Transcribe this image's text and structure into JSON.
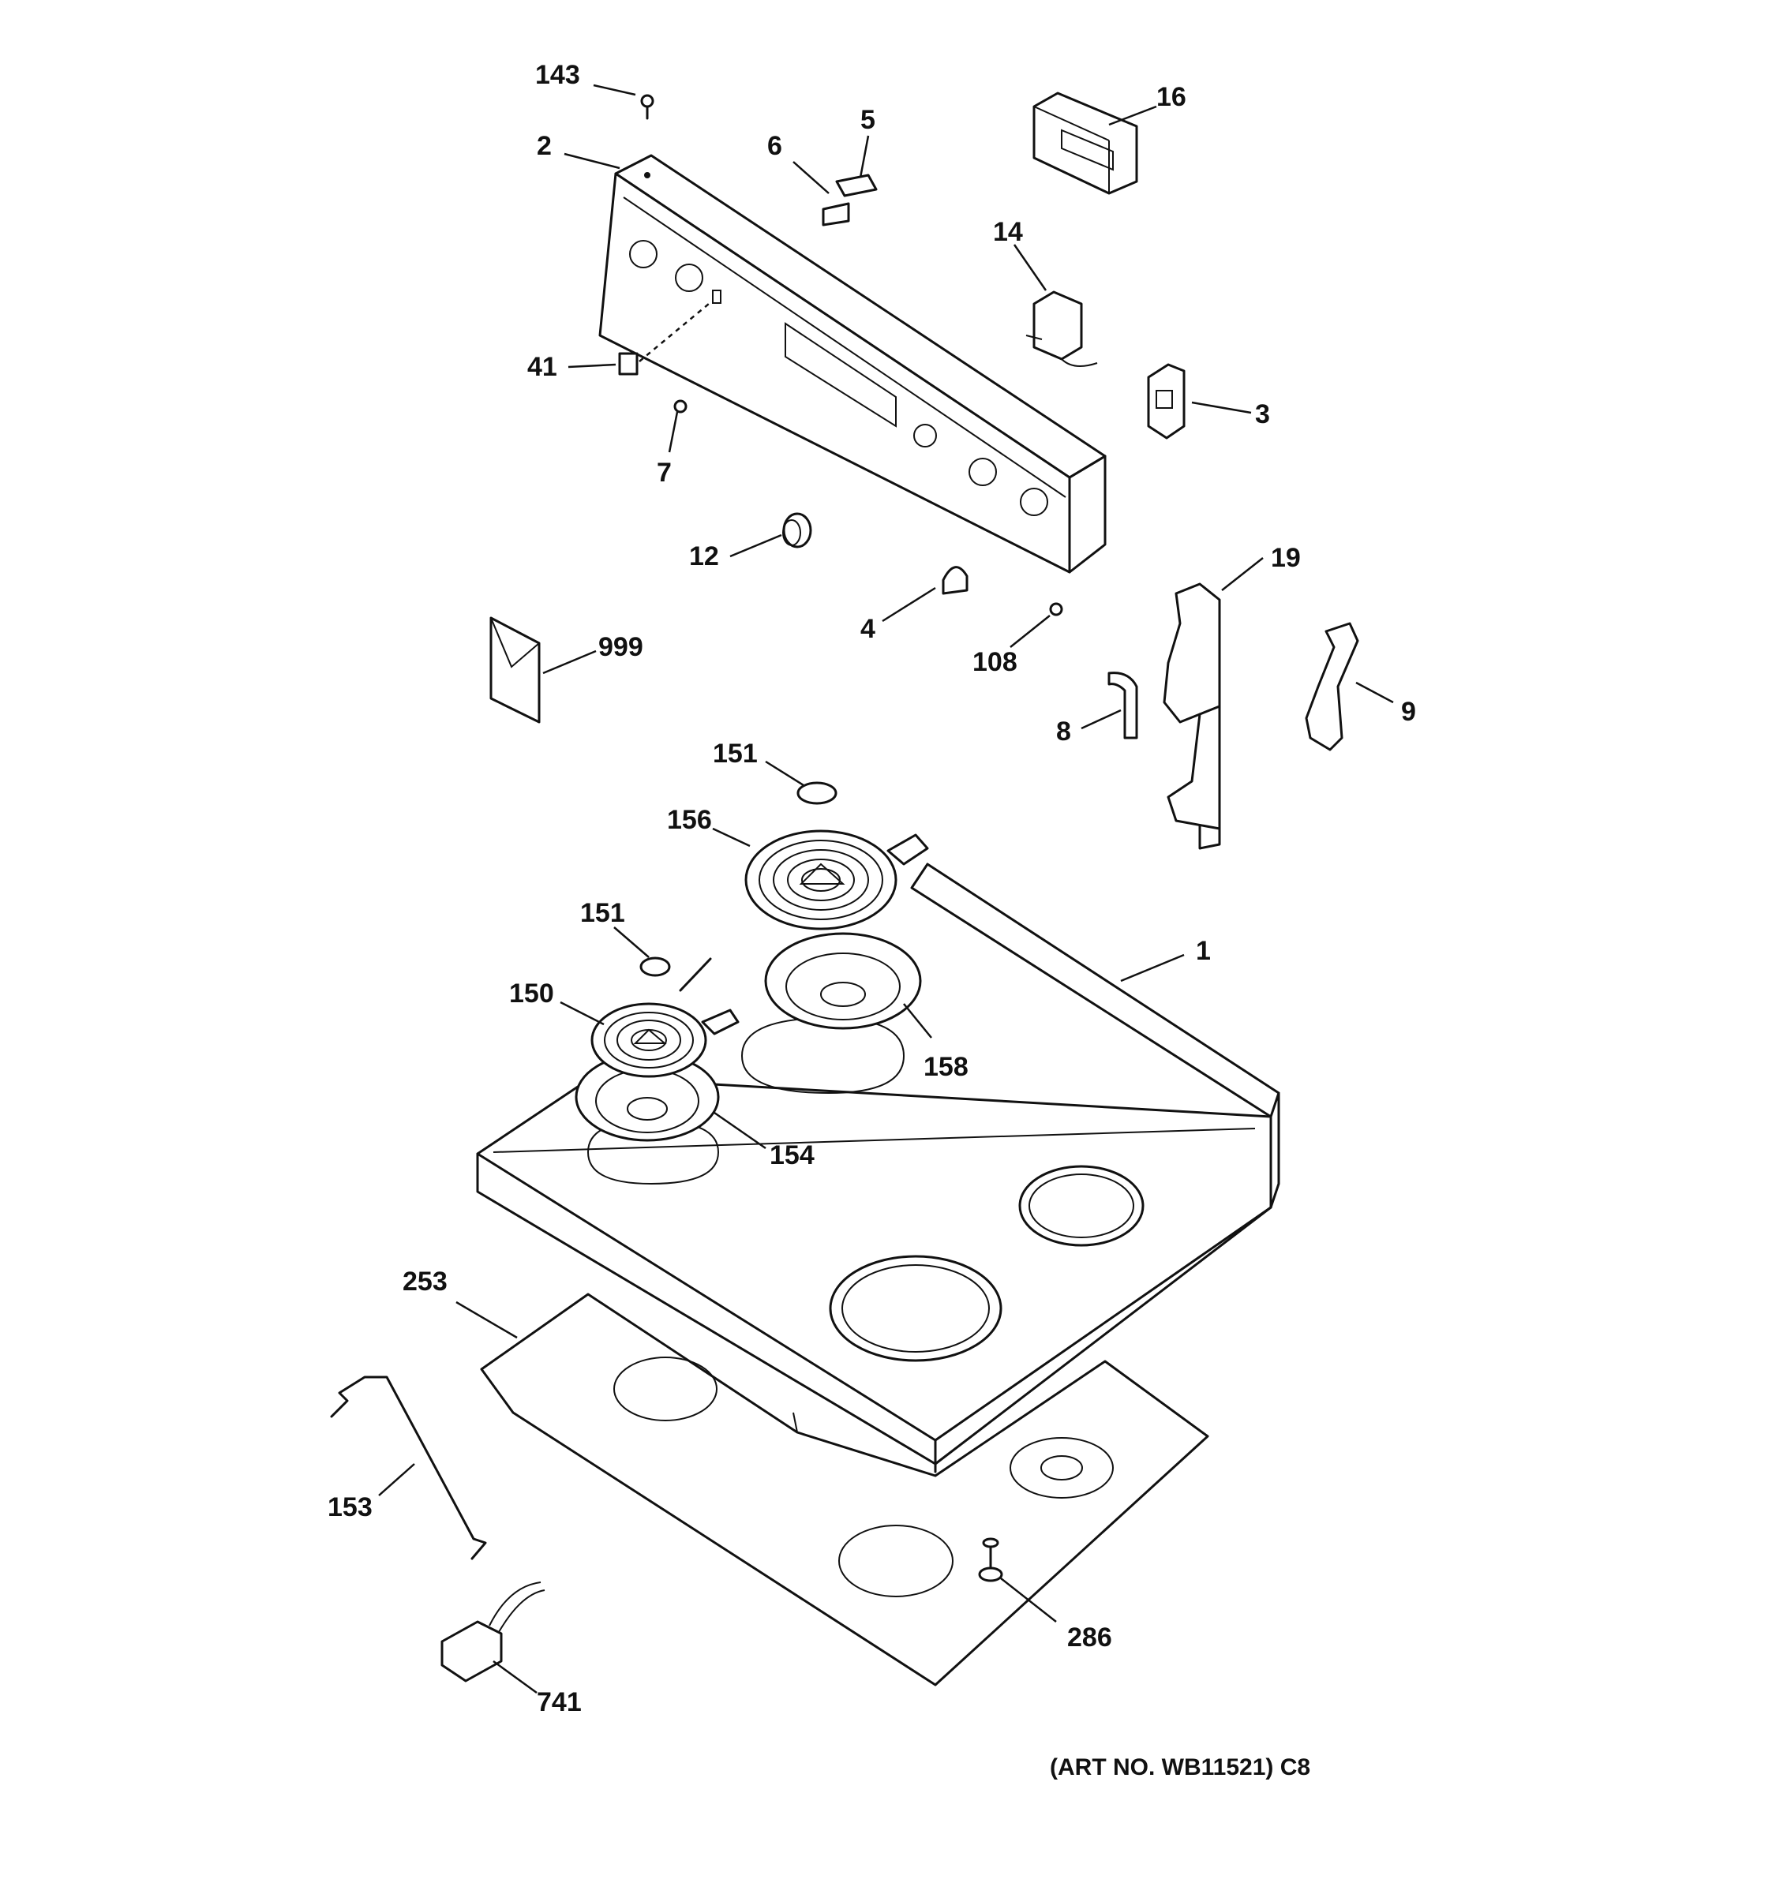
{
  "callouts": {
    "c143": "143",
    "c2": "2",
    "c6": "6",
    "c5": "5",
    "c16": "16",
    "c14": "14",
    "c41": "41",
    "c3": "3",
    "c7": "7",
    "c12": "12",
    "c4": "4",
    "c108": "108",
    "c19": "19",
    "c999": "999",
    "c8": "8",
    "c9": "9",
    "c151a": "151",
    "c156": "156",
    "c151b": "151",
    "c1": "1",
    "c150": "150",
    "c158": "158",
    "c154": "154",
    "c253": "253",
    "c153": "153",
    "c286": "286",
    "c741": "741"
  },
  "art_note": "(ART NO. WB11521) C8"
}
